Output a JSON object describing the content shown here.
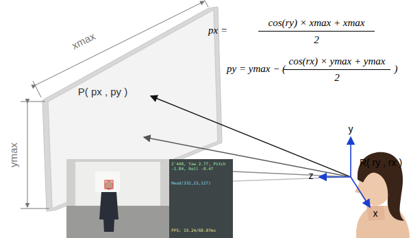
{
  "diagram": {
    "labels": [
      "xmax",
      "ymax",
      "P( px , py )",
      "px =",
      "cos(ry) × xmax + xmax",
      "2",
      "py = ymax − (",
      "cos(rx) × ymax + ymax",
      "2",
      ")",
      "y",
      "z",
      "x",
      "R( ry , rx )",
      "2'440, Yaw 2.77, Pitch -1.84, Roll -0.47",
      "Head(332,23,127)",
      "FPS: 15.24/60.07ms"
    ]
  }
}
